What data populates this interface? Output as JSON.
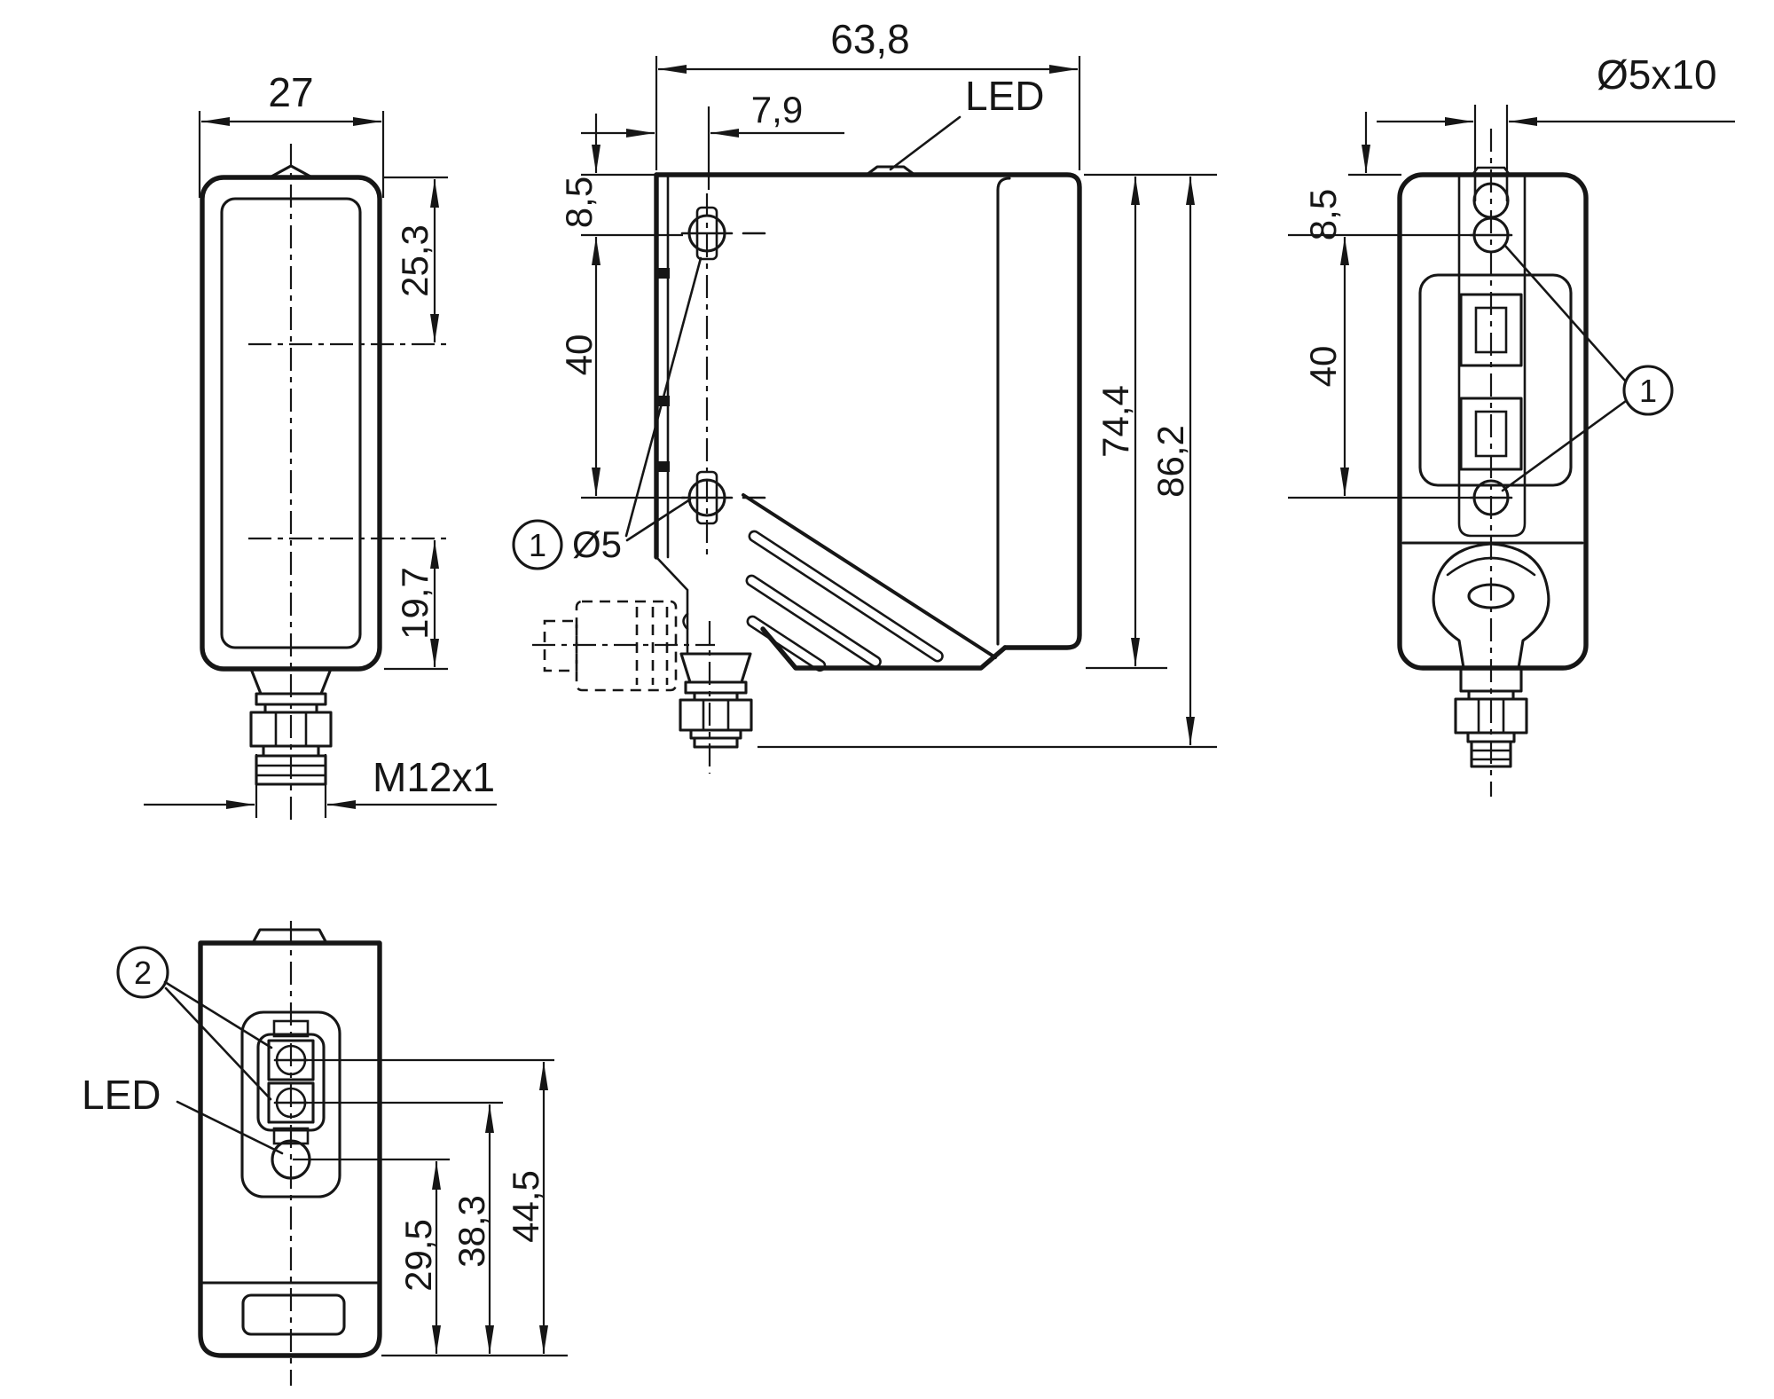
{
  "drawing": {
    "background": "#ffffff",
    "line_color": "#161616",
    "views": {
      "front": {
        "dim_width": "27",
        "dim_upper": "25,3",
        "dim_lower": "19,7",
        "dim_thread": "M12x1"
      },
      "side": {
        "dim_depth": "63,8",
        "dim_led_offset": "7,9",
        "label_led": "LED",
        "dim_top_hole": "8,5",
        "dim_hole_span": "40",
        "dim_hole": "Ø5",
        "callout_1": "1",
        "dim_body_height": "74,4",
        "dim_total_height": "86,2"
      },
      "rear": {
        "dim_slot": "Ø5x10",
        "dim_top_hole": "8,5",
        "dim_hole_span": "40",
        "callout_1": "1"
      },
      "bottom": {
        "callout_2": "2",
        "label_led": "LED",
        "dim_led_height": "29,5",
        "dim_pot2_height": "38,3",
        "dim_pot1_height": "44,5"
      }
    }
  }
}
